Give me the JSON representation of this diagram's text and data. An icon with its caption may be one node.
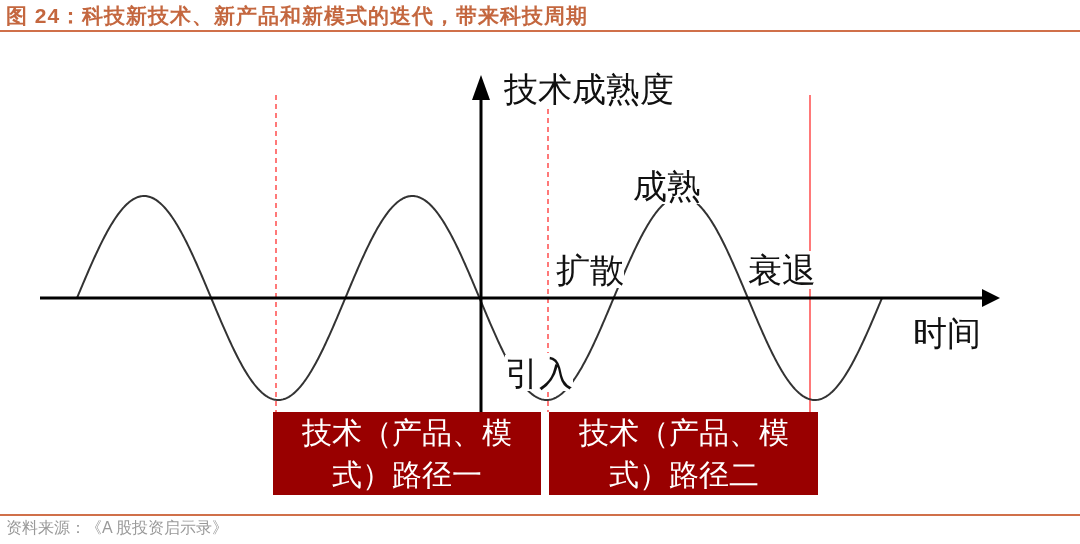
{
  "diagram": {
    "title": "图 24：科技新技术、新产品和新模式的迭代，带来科技周期",
    "caption": "资料来源：《A 股投资启示录》",
    "nodes": [
      {
        "text": [
          "技术（产品、模式）路径一"
        ]
      },
      {
        "text": [
          "技术（产品、模式）路径二"
        ]
      }
    ],
    "labels": [
      "技术成熟度",
      "成熟",
      "扩散",
      "衰退",
      "时间",
      "引入"
    ]
  }
}
